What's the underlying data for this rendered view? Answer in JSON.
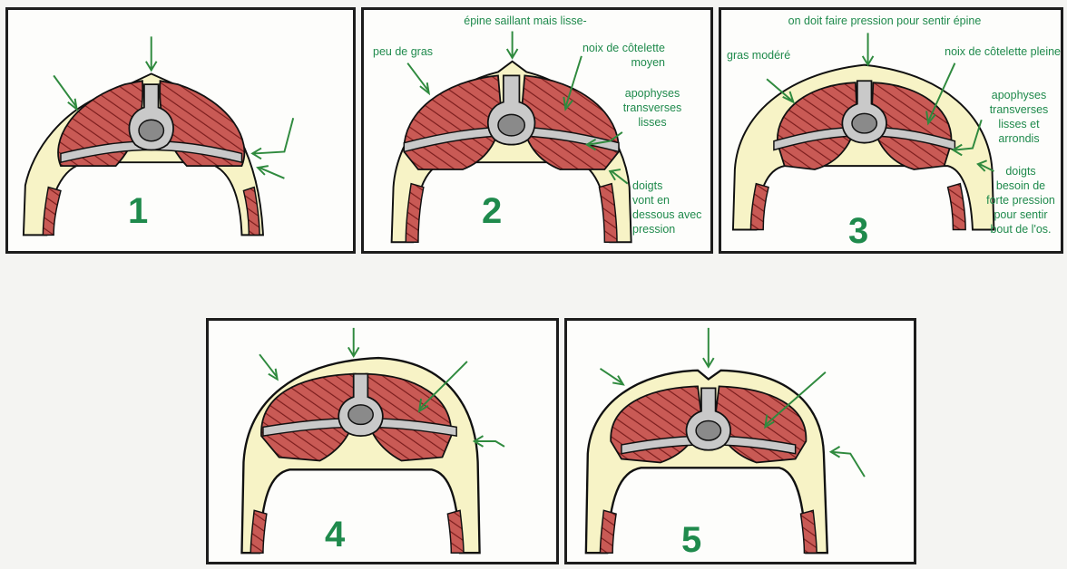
{
  "colors": {
    "fat": "#f7f3c6",
    "muscle": "#c95a55",
    "hatch": "#7a1c1c",
    "bone": "#c9c9c9",
    "marrow": "#8a8a8a",
    "outline": "#111111",
    "arrow": "#2f8a3e",
    "label_text": "#1f8a4c"
  },
  "panels": [
    {
      "number": "1",
      "labels": {}
    },
    {
      "number": "2",
      "labels": {
        "spine": "épine saillant mais lisse-",
        "fat": "peu de gras",
        "loin": "noix de côtelette\nmoyen",
        "processes": "apophyses\ntransverses\nlisses",
        "fingers": "doigts\nvont en\ndessous avec\npression"
      }
    },
    {
      "number": "3",
      "labels": {
        "spine": "on doit faire pression pour sentir épine",
        "fat": "gras modéré",
        "loin": "noix de côtelette pleine",
        "processes": "apophyses\ntransverses\nlisses et\narrondis",
        "fingers": "doigts\nbesoin de\nforte pression\npour sentir\nbout de l'os."
      }
    },
    {
      "number": "4",
      "labels": {}
    },
    {
      "number": "5",
      "labels": {}
    }
  ]
}
